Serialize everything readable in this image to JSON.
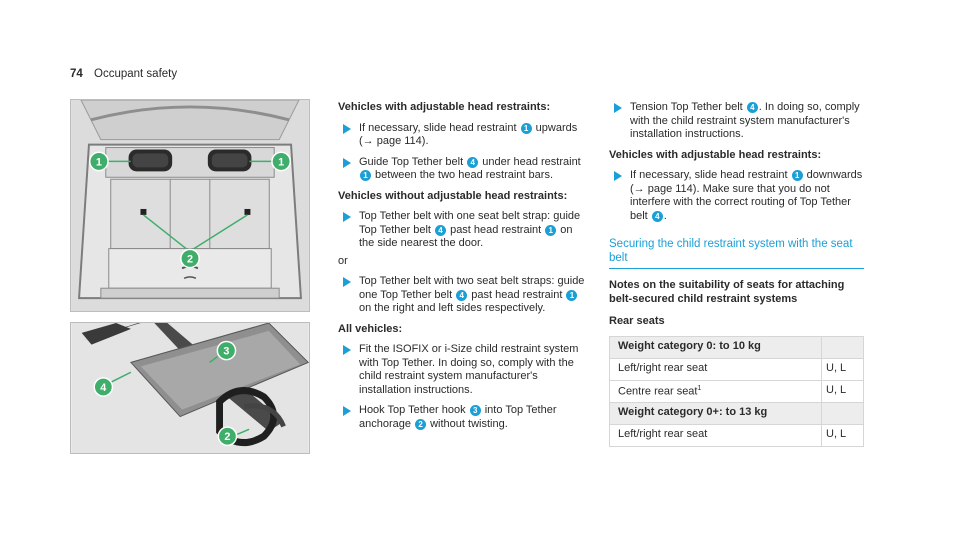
{
  "header": {
    "page_number": "74",
    "section": "Occupant safety"
  },
  "figures": {
    "fig1_callouts": [
      "1",
      "1",
      "2"
    ],
    "fig2_callouts": [
      "3",
      "4",
      "2"
    ]
  },
  "col2": {
    "h1": "Vehicles with adjustable head restraints:",
    "s1a": "If necessary, slide head restraint ",
    "s1b": " upwards (",
    "s1arrow": "→",
    "s1c": " page 114).",
    "s2a": "Guide Top Tether belt ",
    "s2b": " under head restraint ",
    "s2c": " between the two head restraint bars.",
    "h2": "Vehicles without adjustable head restraints:",
    "s3a": "Top Tether belt with one seat belt strap: guide Top Tether belt ",
    "s3b": " past head restraint ",
    "s3c": " on the side nearest the door.",
    "or": "or",
    "s4a": "Top Tether belt with two seat belt straps: guide one Top Tether belt ",
    "s4b": " past head restraint ",
    "s4c": " on the right and left sides respectively.",
    "h3": "All vehicles:",
    "s5": "Fit the ISOFIX or i-Size child restraint system with Top Tether. In doing so, comply with the child restraint system manufacturer's installation instructions.",
    "s6a": "Hook Top Tether hook ",
    "s6b": " into Top Tether anchorage ",
    "s6c": " without twisting."
  },
  "col3": {
    "s7a": "Tension Top Tether belt ",
    "s7b": ". In doing so, comply with the child restraint system manufacturer's installation instructions.",
    "h4": "Vehicles with adjustable head restraints:",
    "s8a": "If necessary, slide head restraint ",
    "s8b": " downwards (",
    "s8arrow": "→",
    "s8c": " page 114). Make sure that you do not interfere with the correct routing of Top Tether belt ",
    "s8d": ".",
    "section_title": "Securing the child restraint system with the seat belt",
    "notes_title": "Notes on the suitability of seats for attaching belt-secured child restraint systems",
    "rear_seats": "Rear seats",
    "table": [
      {
        "group": "Weight category 0: to 10 kg"
      },
      {
        "seat": "Left/right rear seat",
        "value": "U, L"
      },
      {
        "seat": "Centre rear seat",
        "sup": "1",
        "value": "U, L"
      },
      {
        "group": "Weight category 0+: to 13 kg"
      },
      {
        "seat": "Left/right rear seat",
        "value": "U, L"
      }
    ]
  },
  "numbers": {
    "n1": "1",
    "n2": "2",
    "n3": "3",
    "n4": "4"
  },
  "colors": {
    "accent": "#1a9fd6",
    "callout": "#3fae6a"
  }
}
